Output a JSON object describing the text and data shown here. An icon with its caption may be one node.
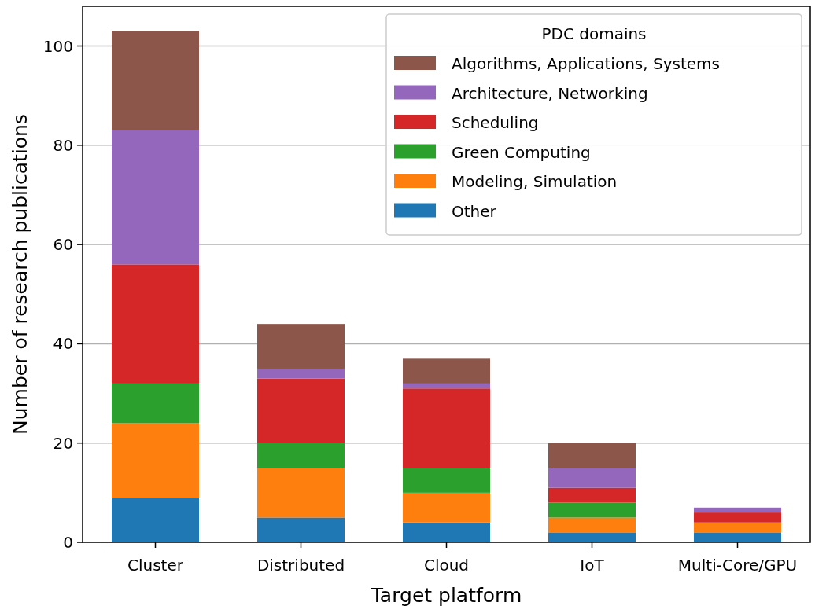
{
  "diagram": {
    "chart_data": {
      "type": "bar",
      "stacked": true,
      "grid": true,
      "legend": {
        "title": "PDC domains"
      },
      "xlabel": "Target platform",
      "ylabel": "Number of research publications",
      "categories": [
        "Cluster",
        "Distributed",
        "Cloud",
        "IoT",
        "Multi-Core/GPU"
      ],
      "yticks": [
        0,
        20,
        40,
        60,
        80,
        100
      ],
      "ylim": [
        0,
        108
      ],
      "series": [
        {
          "name": "Other",
          "color": "#1f77b4",
          "values": [
            9,
            5,
            4,
            2,
            2
          ]
        },
        {
          "name": "Modeling, Simulation",
          "color": "#ff7f0e",
          "values": [
            15,
            10,
            6,
            3,
            2
          ]
        },
        {
          "name": "Green Computing",
          "color": "#2ca02c",
          "values": [
            8,
            5,
            5,
            3,
            0
          ]
        },
        {
          "name": "Scheduling",
          "color": "#d62728",
          "values": [
            24,
            13,
            16,
            3,
            2
          ]
        },
        {
          "name": "Architecture, Networking",
          "color": "#9467bd",
          "values": [
            27,
            2,
            1,
            4,
            1
          ]
        },
        {
          "name": "Algorithms, Applications, Systems",
          "color": "#8c564b",
          "values": [
            20,
            9,
            5,
            5,
            0
          ]
        }
      ]
    }
  }
}
